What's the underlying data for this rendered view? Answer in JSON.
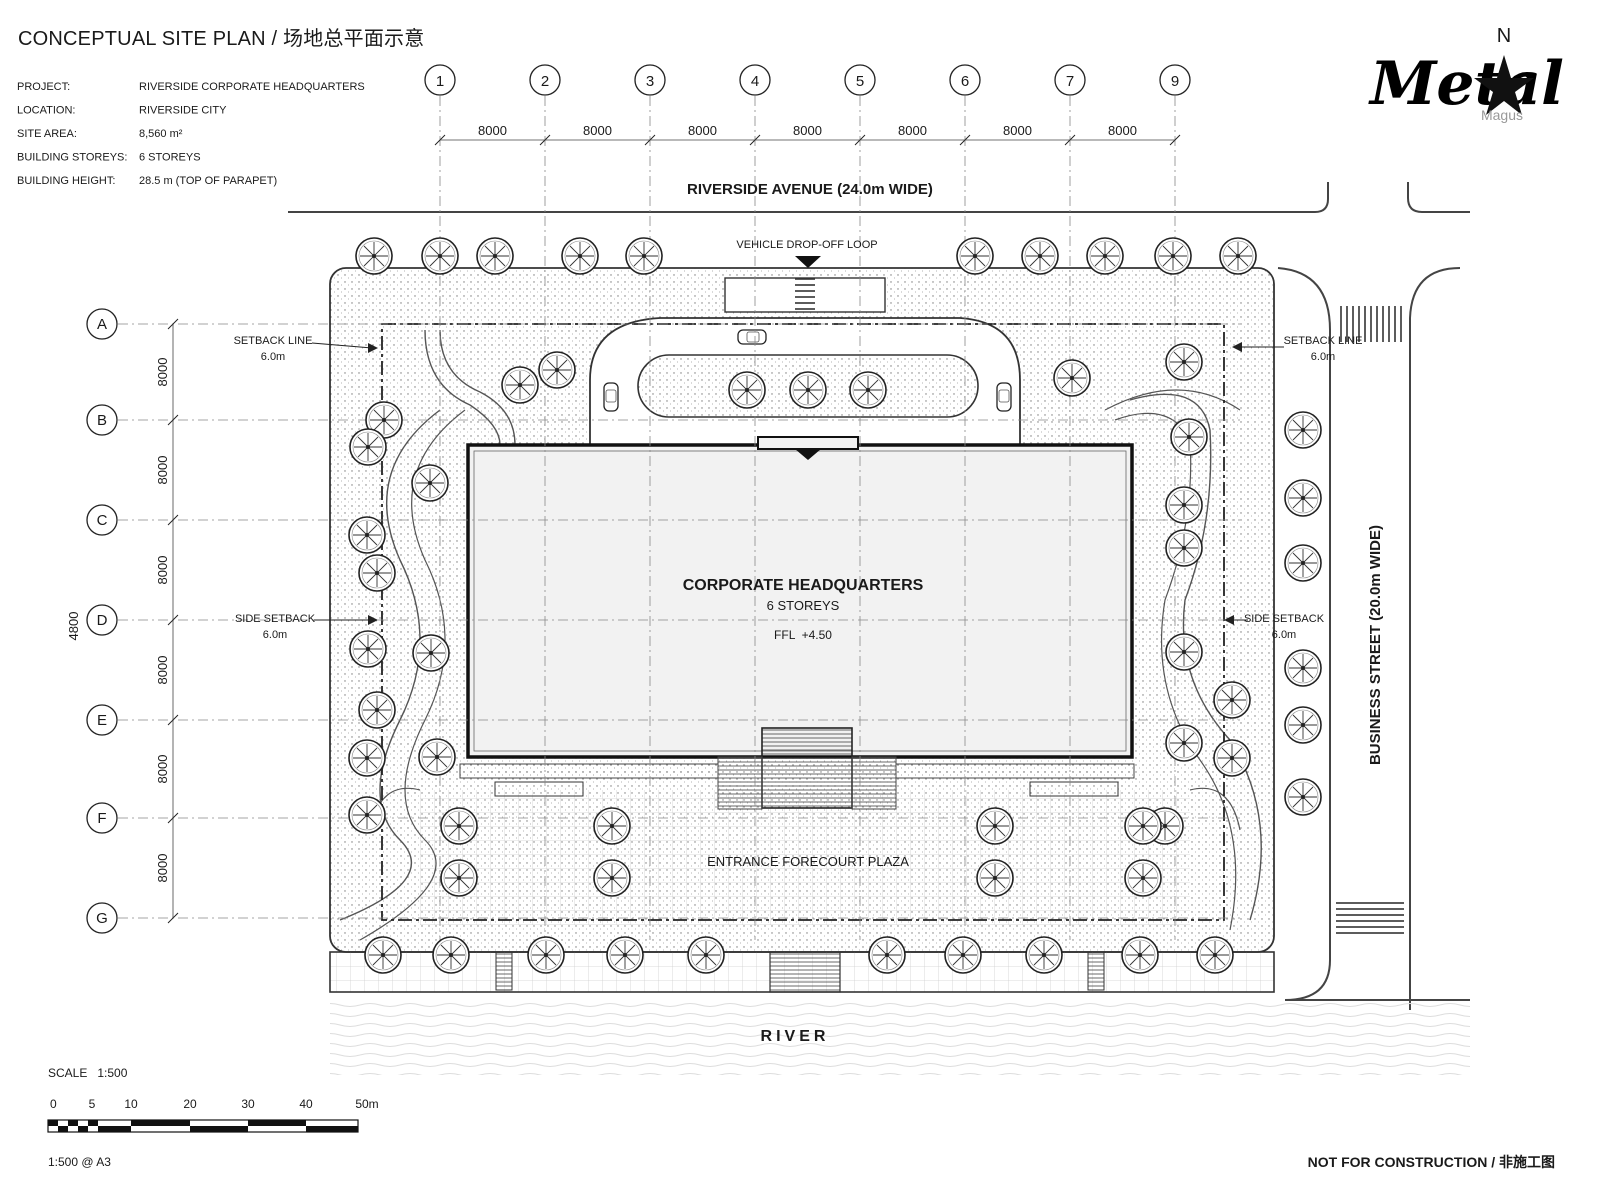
{
  "title": "CONCEPTUAL SITE PLAN / 场地总平面示意",
  "project_info": [
    {
      "label": "PROJECT:",
      "value": "RIVERSIDE CORPORATE HEADQUARTERS"
    },
    {
      "label": "LOCATION:",
      "value": "RIVERSIDE CITY"
    },
    {
      "label": "SITE AREA:",
      "value": "8,560 m²"
    },
    {
      "label": "BUILDING STOREYS:",
      "value": "6 STOREYS"
    },
    {
      "label": "BUILDING HEIGHT:",
      "value": "28.5 m (TOP OF PARAPET)"
    }
  ],
  "north": "N",
  "logo": {
    "main": "Metal",
    "sub": "Magus"
  },
  "grid_cols": [
    "1",
    "2",
    "3",
    "4",
    "5",
    "6",
    "7",
    "9"
  ],
  "col_dims": [
    "8000",
    "8000",
    "8000",
    "8000",
    "8000",
    "8000",
    "8000"
  ],
  "grid_rows": [
    "A",
    "B",
    "C",
    "D",
    "E",
    "F",
    "G"
  ],
  "row_dims": [
    "8000",
    "8000",
    "8000",
    "8000",
    "8000",
    "8000"
  ],
  "overall_row_dim": "4800",
  "streets": {
    "north": "RIVERSIDE AVENUE (24.0m WIDE)",
    "east": "BUSINESS STREET (20.0m WIDE)",
    "south": "RIVER"
  },
  "labels": {
    "drop_off": "VEHICLE DROP-OFF LOOP",
    "setback_line": "SETBACK LINE",
    "setback_line_dist": "6.0m",
    "side_setback": "SIDE SETBACK",
    "side_setback_dist": "6.0m",
    "plaza": "ENTRANCE FORECOURT PLAZA"
  },
  "building": {
    "name": "CORPORATE HEADQUARTERS",
    "storeys": "6 STOREYS",
    "ffl": "FFL  +4.50"
  },
  "scale": {
    "label": "SCALE   1:500",
    "ticks": [
      "0",
      "5",
      "10",
      "20",
      "30",
      "40",
      "50m"
    ],
    "sheet": "1:500 @ A3"
  },
  "disclaimer": "NOT FOR CONSTRUCTION / 非施工图"
}
